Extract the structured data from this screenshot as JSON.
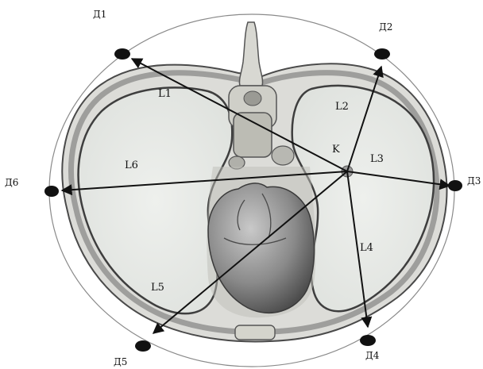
{
  "detectors": [
    {
      "id": "d1",
      "label": "Д1"
    },
    {
      "id": "d2",
      "label": "Д2"
    },
    {
      "id": "d3",
      "label": "Д3"
    },
    {
      "id": "d4",
      "label": "Д4"
    },
    {
      "id": "d5",
      "label": "Д5"
    },
    {
      "id": "d6",
      "label": "Д6"
    }
  ],
  "source": {
    "label": "K"
  },
  "paths": [
    {
      "id": "l1",
      "label": "L1"
    },
    {
      "id": "l2",
      "label": "L2"
    },
    {
      "id": "l3",
      "label": "L3"
    },
    {
      "id": "l4",
      "label": "L4"
    },
    {
      "id": "l5",
      "label": "L5"
    },
    {
      "id": "l6",
      "label": "L6"
    }
  ],
  "colors": {
    "tissue": "#e7e9e6",
    "outline": "#3a3a3a",
    "bone": "#cfcfc8",
    "heart": "#8c8c8c",
    "arrow": "#111111",
    "detector": "#111111"
  }
}
